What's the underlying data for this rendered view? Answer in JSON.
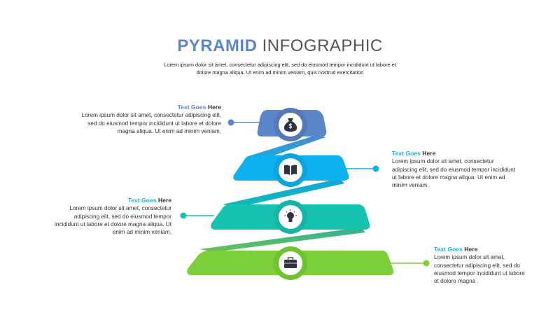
{
  "header": {
    "title_bold": "PYRAMID",
    "title_rest": " INFOGRAPHIC",
    "subtitle": [
      "Lorem ipsum dolor sit amet, consectetur adipiscing elit, sed do eiusmod tempor incididunt ut labore et",
      "dolore magna aliqua. Ut enim ad minim veniam, quis nostrud exercitation"
    ]
  },
  "colors": {
    "tier1": "#5b86c8",
    "tier2": "#0db1ec",
    "tier3": "#16c3b0",
    "tier4": "#7ccf38"
  },
  "items": [
    {
      "icon": "money-bag-icon",
      "title_accent": "Text Goes",
      "title_rest": " Here",
      "lines": [
        "Lorem ipsum dolor sit amet, consectetur adipiscing elit,",
        "sed do eiusmod tempor incididunt ut labore et dolore",
        "magna aliqua. Ut enim ad minim veniam,"
      ]
    },
    {
      "icon": "book-icon",
      "title_accent": "Text Goes",
      "title_rest": " Here",
      "lines": [
        "Lorem ipsum dolor sit amet, consectetur",
        "adipiscing elit, sed do eiusmod tempor incididunt",
        "ut labore et dolore magna aliqua. Ut enim ad",
        "minim veniam,"
      ]
    },
    {
      "icon": "lightbulb-icon",
      "title_accent": "Text Goes",
      "title_rest": " Here",
      "lines": [
        "Lorem ipsum dolor sit amet, consectetur",
        "adipiscing elit, sed do eiusmod tempor",
        "incididunt ut labore et dolore magna aliqua. Ut",
        "enim ad minim veniam,"
      ]
    },
    {
      "icon": "briefcase-icon",
      "title_accent": "Text Goes",
      "title_rest": " Here",
      "lines": [
        "Lorem ipsum dolor sit amet,",
        "consectetur adipiscing elit, sed do",
        "eiusmod tempor incididunt ut labore",
        "et dolore magna ."
      ]
    }
  ]
}
